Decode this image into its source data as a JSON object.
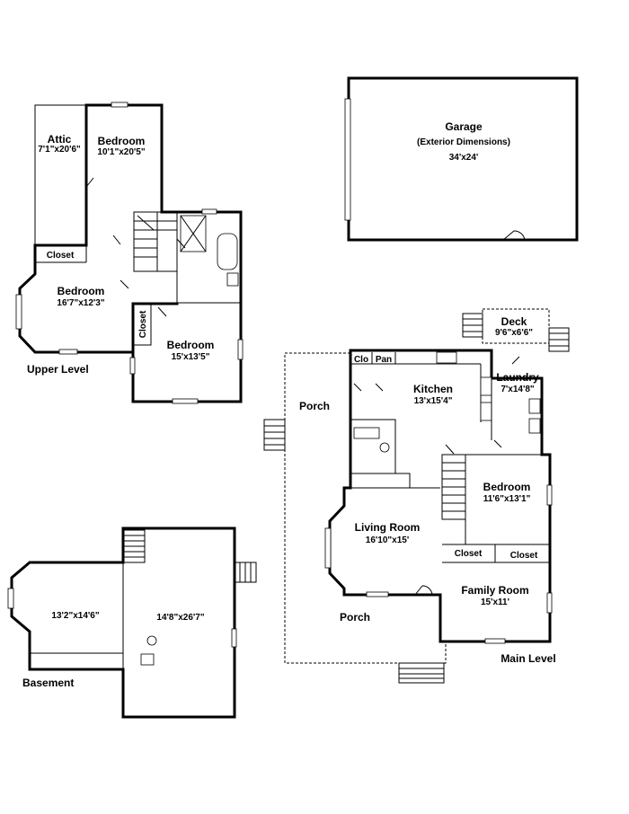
{
  "garage": {
    "title": "Garage",
    "subtitle": "(Exterior Dimensions)",
    "dims": "34'x24'"
  },
  "upper": {
    "level_label": "Upper Level",
    "attic": {
      "name": "Attic",
      "dims": "7'1\"x20'6\""
    },
    "bedroom_top": {
      "name": "Bedroom",
      "dims": "10'1\"x20'5\""
    },
    "closet_left": "Closet",
    "bedroom_left": {
      "name": "Bedroom",
      "dims": "16'7\"x12'3\""
    },
    "closet_vertical": "Closet",
    "bedroom_bottom": {
      "name": "Bedroom",
      "dims": "15'x13'5\""
    }
  },
  "main": {
    "level_label": "Main Level",
    "deck": {
      "name": "Deck",
      "dims": "9'6\"x6'6\""
    },
    "clo": "Clo",
    "pan": "Pan",
    "kitchen": {
      "name": "Kitchen",
      "dims": "13'x15'4\""
    },
    "laundry": {
      "name": "Laundry",
      "dims": "7'x14'8\""
    },
    "porch_top": "Porch",
    "bedroom": {
      "name": "Bedroom",
      "dims": "11'6\"x13'1\""
    },
    "living": {
      "name": "Living Room",
      "dims": "16'10\"x15'"
    },
    "closet_a": "Closet",
    "closet_b": "Closet",
    "family": {
      "name": "Family Room",
      "dims": "15'x11'"
    },
    "porch_bottom": "Porch"
  },
  "basement": {
    "level_label": "Basement",
    "room_left_dims": "13'2\"x14'6\"",
    "room_right_dims": "14'8\"x26'7\""
  }
}
